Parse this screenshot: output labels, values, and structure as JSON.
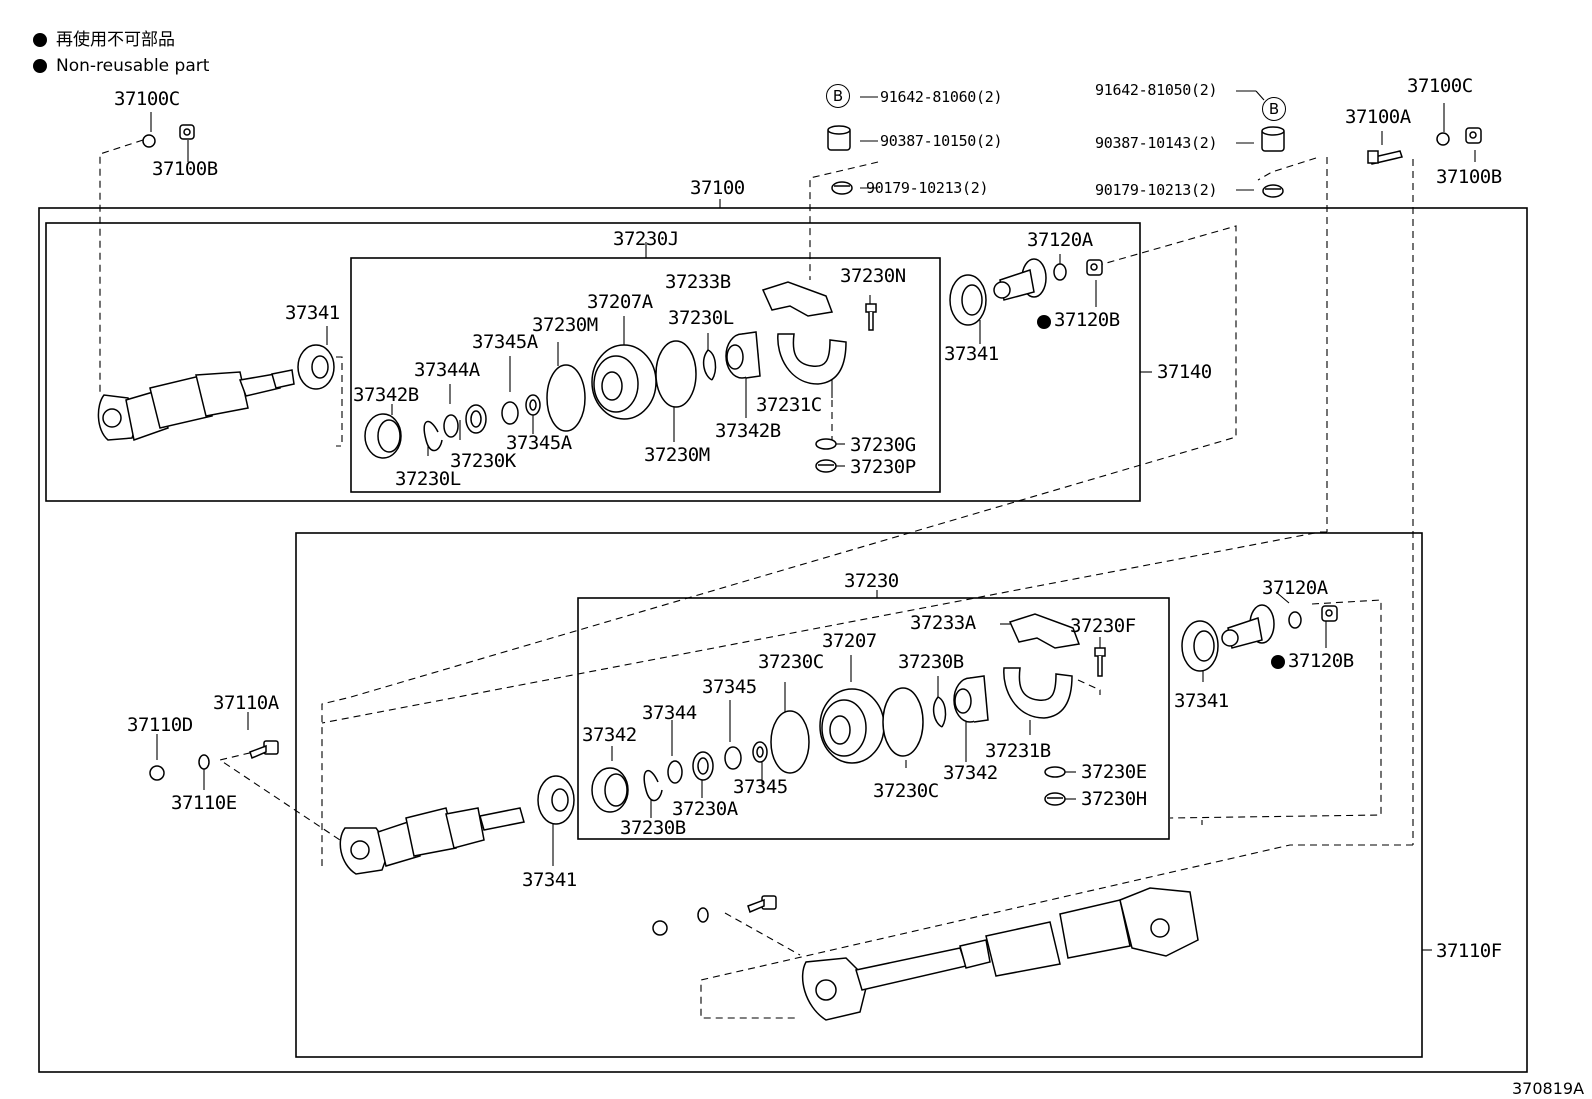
{
  "legend": {
    "line1": "再使用不可部品",
    "line2": "Non-reusable part"
  },
  "figure_number": "370819A",
  "callout_symbol": "B",
  "labels": {
    "p37100C_left": "37100C",
    "p37100B_left": "37100B",
    "p37100": "37100",
    "p91642_81060": "91642-81060(2)",
    "p90387_10150": "90387-10150(2)",
    "p90179_10213_a": "90179-10213(2)",
    "p91642_81050": "91642-81050(2)",
    "p90387_10143": "90387-10143(2)",
    "p90179_10213_b": "90179-10213(2)",
    "p37100C_right": "37100C",
    "p37100A": "37100A",
    "p37100B_right": "37100B",
    "p37230J": "37230J",
    "p37120A_top": "37120A",
    "p37120B_top": "37120B",
    "p37341_top_left": "37341",
    "p37341_top_right": "37341",
    "p37233B": "37233B",
    "p37230N": "37230N",
    "p37207A": "37207A",
    "p37230L_top": "37230L",
    "p37230M_top": "37230M",
    "p37345A_top": "37345A",
    "p37344A": "37344A",
    "p37342B_left": "37342B",
    "p37231C": "37231C",
    "p37342B_mid": "37342B",
    "p37345A_bot": "37345A",
    "p37230K": "37230K",
    "p37230L_bot": "37230L",
    "p37230M_bot": "37230M",
    "p37230G": "37230G",
    "p37230P": "37230P",
    "p37140": "37140",
    "p37230": "37230",
    "p37120A_bot": "37120A",
    "p37120B_bot": "37120B",
    "p37233A": "37233A",
    "p37230F": "37230F",
    "p37207": "37207",
    "p37230C_top": "37230C",
    "p37230B_top": "37230B",
    "p37345_top": "37345",
    "p37344": "37344",
    "p37342_left": "37342",
    "p37231B": "37231B",
    "p37342_mid": "37342",
    "p37230E": "37230E",
    "p37230H": "37230H",
    "p37345_bot": "37345",
    "p37230C_bot": "37230C",
    "p37230A": "37230A",
    "p37230B_bot": "37230B",
    "p37341_bottom_right": "37341",
    "p37341_bottom_left": "37341",
    "p37110A": "37110A",
    "p37110D": "37110D",
    "p37110E": "37110E",
    "p37110F": "37110F"
  }
}
